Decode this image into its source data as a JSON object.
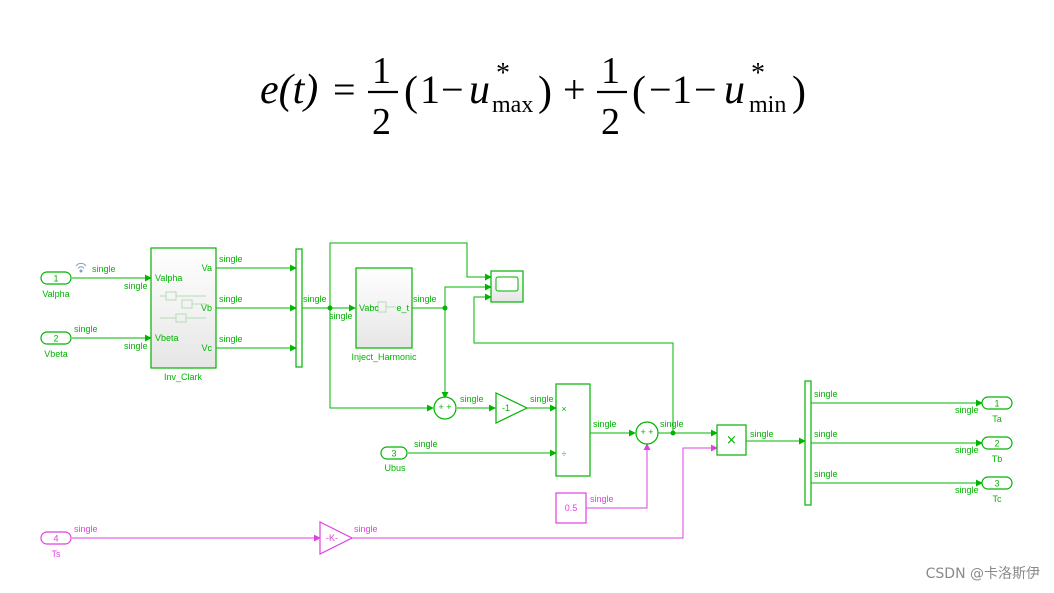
{
  "equation": {
    "lhs": "e(t)",
    "eq": "=",
    "one": "1",
    "two": "2",
    "open": "(",
    "close": ")",
    "minus": "−",
    "plus": "+",
    "u": "u",
    "star": "*",
    "max": "max",
    "min": "min"
  },
  "signal_label": "single",
  "inports": [
    {
      "num": "1",
      "name": "Valpha"
    },
    {
      "num": "2",
      "name": "Vbeta"
    },
    {
      "num": "3",
      "name": "Ubus"
    },
    {
      "num": "4",
      "name": "Ts"
    }
  ],
  "outports": [
    {
      "num": "1",
      "name": "Ta"
    },
    {
      "num": "2",
      "name": "Tb"
    },
    {
      "num": "3",
      "name": "Tc"
    }
  ],
  "inv_clark": {
    "name": "Inv_Clark",
    "in1": "Valpha",
    "in2": "Vbeta",
    "out1": "Va",
    "out2": "Vb",
    "out3": "Vc"
  },
  "inject": {
    "name": "Inject_Harmonic",
    "in": "Vabc",
    "out": "e_t"
  },
  "gain_neg": "-1",
  "gain_k": "-K-",
  "constant": "0.5",
  "sum_signs": "+ +",
  "product": "×",
  "divide_mul": "×",
  "divide_div": "÷",
  "colors": {
    "green": "#00b400",
    "magenta": "#e040e0",
    "gray_text": "#8a8a8a"
  },
  "watermark": "CSDN @卡洛斯伊"
}
